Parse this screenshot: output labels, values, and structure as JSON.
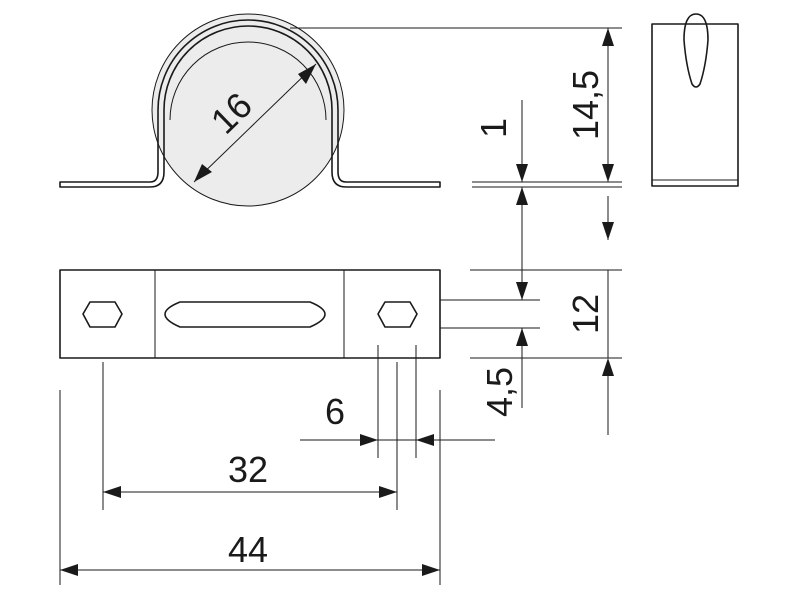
{
  "dimensions": {
    "diameter": "16",
    "height": "14,5",
    "thickness": "1",
    "width": "12",
    "hole_offset": "4,5",
    "hole_width": "6",
    "hole_spacing": "32",
    "overall_length": "44"
  },
  "colors": {
    "line": "#1a1a1a",
    "background": "#ffffff",
    "fill": "#ececec"
  }
}
